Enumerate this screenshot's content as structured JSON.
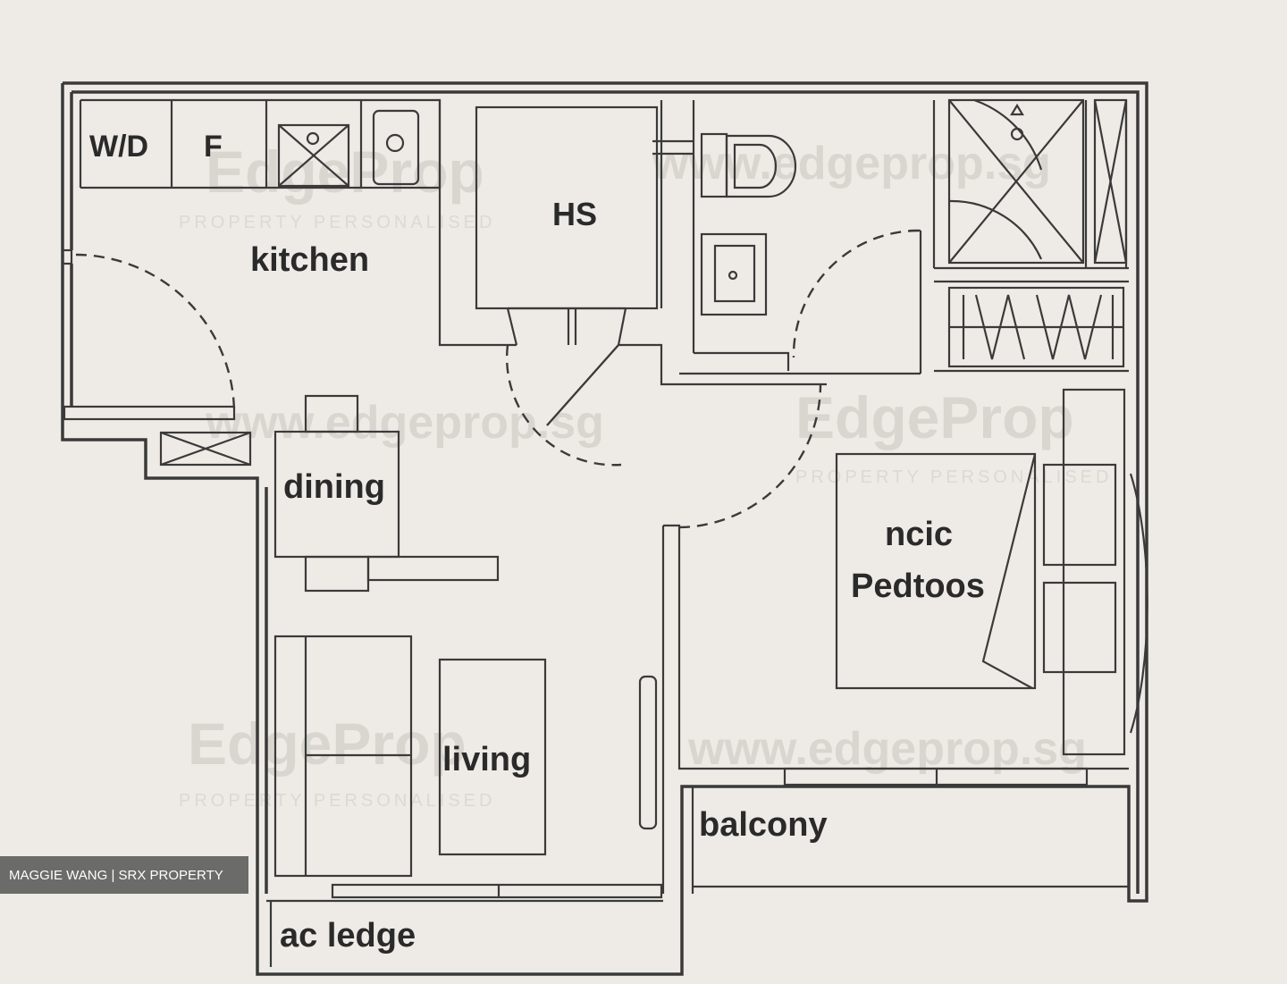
{
  "rooms": {
    "kitchen": "kitchen",
    "hs": "HS",
    "dining": "dining",
    "living": "living",
    "bedroom_line1": "ncic",
    "bedroom_line2": "Pedtoos",
    "balcony": "balcony",
    "ac_ledge": "ac ledge"
  },
  "appliances": {
    "washer_dryer": "W/D",
    "fridge": "F"
  },
  "watermark": {
    "brand": "EdgeProp",
    "tagline": "PROPERTY PERSONALISED",
    "url": "www.edgeprop.sg"
  },
  "credit": "MAGGIE WANG | SRX PROPERTY",
  "colors": {
    "background": "#eeebe6",
    "line": "#3a3a3a",
    "watermark": "#d9d6d0"
  }
}
